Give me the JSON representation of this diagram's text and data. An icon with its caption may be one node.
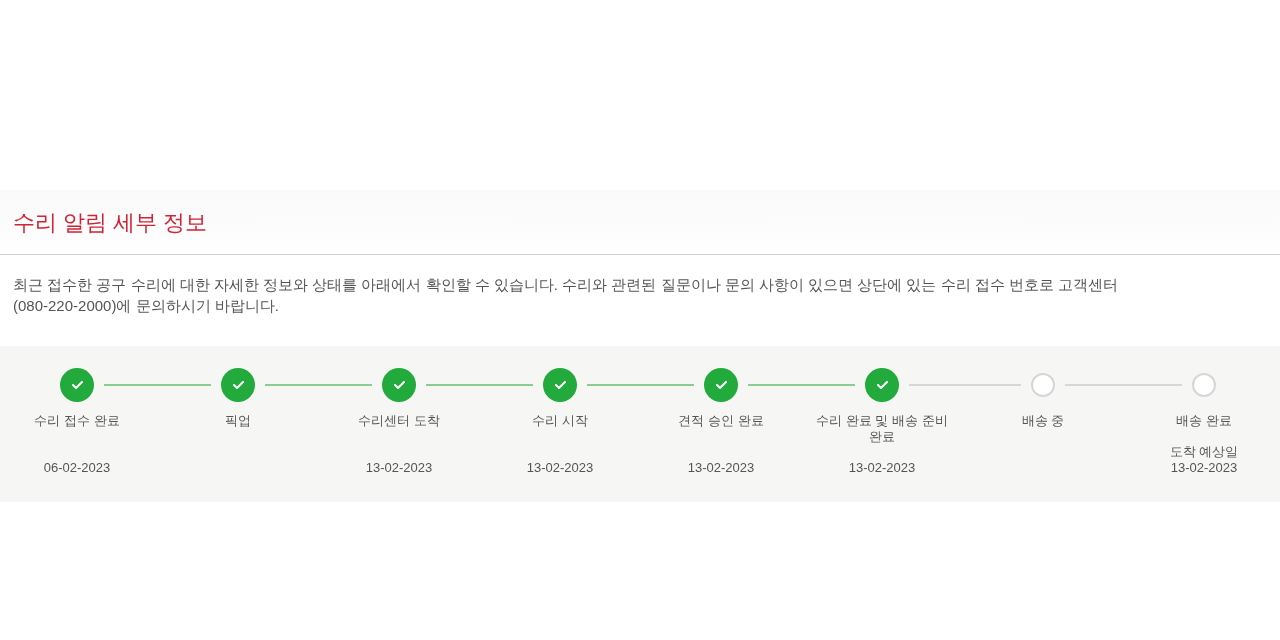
{
  "diagram": {
    "title": "수리 알림 세부 정보",
    "nodes": [
      {
        "text": [],
        "shape": "circle",
        "beside": [
          "수리 접수 완료",
          "06-02-2023"
        ]
      },
      {
        "text": [],
        "shape": "circle",
        "beside": [
          "픽업"
        ]
      },
      {
        "text": [],
        "shape": "circle",
        "beside": [
          "수리센터 도착",
          "13-02-2023"
        ]
      },
      {
        "text": [],
        "shape": "circle",
        "beside": [
          "수리 시작",
          "13-02-2023"
        ]
      },
      {
        "text": [],
        "shape": "circle",
        "beside": [
          "견적 승인 완료",
          "13-02-2023"
        ]
      },
      {
        "text": [],
        "shape": "circle",
        "beside": [
          "수리 완료 및 배송 준비 완료",
          "13-02-2023"
        ]
      },
      {
        "text": [],
        "shape": "circle",
        "beside": [
          "배송 중"
        ]
      },
      {
        "text": [],
        "shape": "circle",
        "beside": [
          "배송 완료",
          "도착 예상일",
          "13-02-2023"
        ]
      }
    ],
    "edges": [
      {
        "from": 0,
        "to": 1,
        "arrow": "none"
      },
      {
        "from": 1,
        "to": 2,
        "arrow": "none"
      },
      {
        "from": 2,
        "to": 3,
        "arrow": "none"
      },
      {
        "from": 3,
        "to": 4,
        "arrow": "none"
      },
      {
        "from": 4,
        "to": 5,
        "arrow": "none"
      },
      {
        "from": 5,
        "to": 6,
        "arrow": "none",
        "color": "#cccccc"
      },
      {
        "from": 6,
        "to": 7,
        "arrow": "none",
        "color": "#cccccc"
      }
    ],
    "labels": [
      "최근 접수한 공구 수리에 대한 자세한 정보와 상태를 아래에서 확인할 수 있습니다. 수리와 관련된 질문이나 문의 사항이 있으면 상단에 있는 수리 접수 번호로 고객센터 (080-220-2000)에 문의하시기 바랍니다."
    ]
  }
}
